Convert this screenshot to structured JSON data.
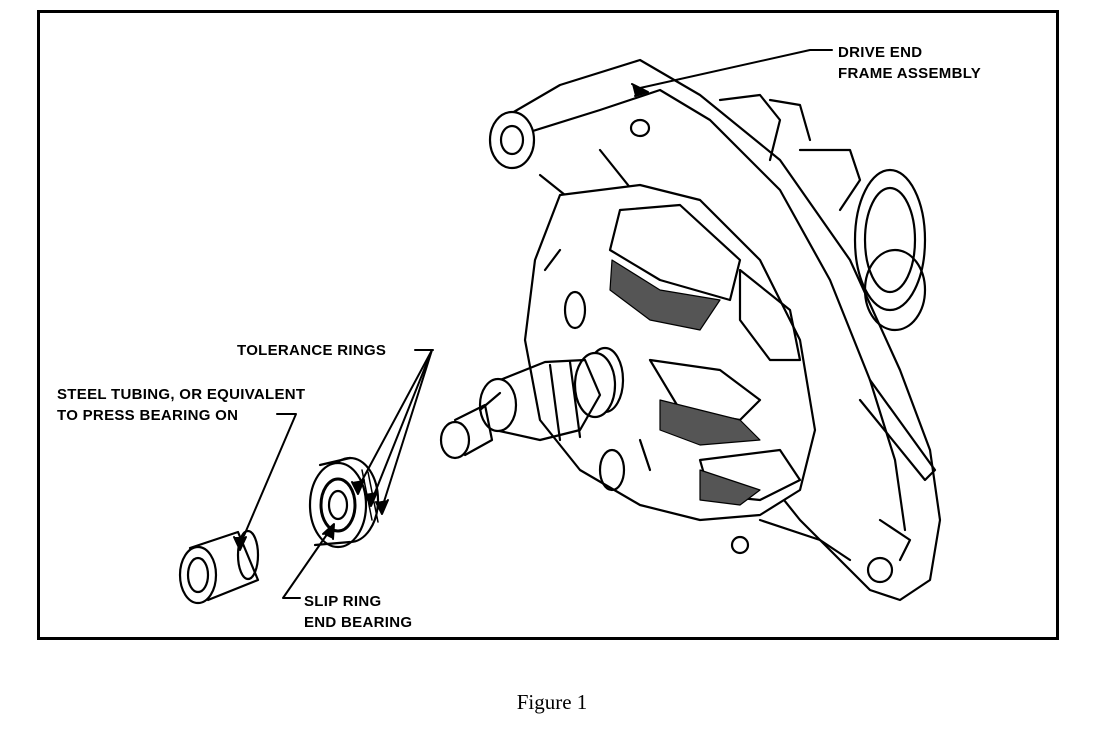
{
  "figure": {
    "caption": "Figure 1",
    "labels": {
      "drive_end_line1": "DRIVE END",
      "drive_end_line2": "FRAME ASSEMBLY",
      "tolerance_rings": "TOLERANCE RINGS",
      "steel_tubing_line1": "STEEL TUBING, OR EQUIVALENT",
      "steel_tubing_line2": "TO PRESS BEARING ON",
      "slip_ring_line1": "SLIP RING",
      "slip_ring_line2": "END BEARING"
    }
  },
  "colors": {
    "ink": "#000000",
    "paper": "#ffffff"
  }
}
